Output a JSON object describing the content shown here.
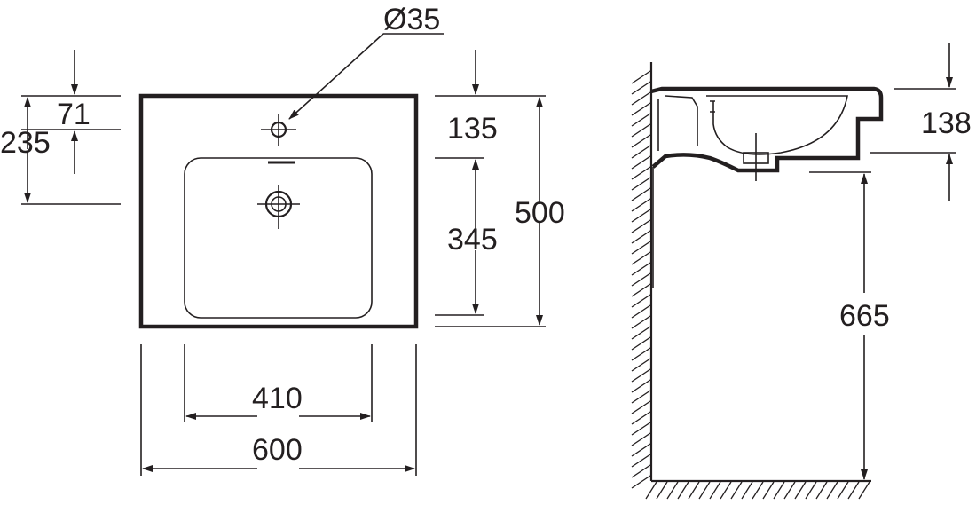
{
  "drawing": {
    "top_view": {
      "hole_diameter": "Ø35",
      "faucet_offset": "71",
      "drain_offset": "235",
      "top_margin": "135",
      "bowl_depth": "345",
      "overall_depth": "500",
      "bowl_width": "410",
      "overall_width": "600"
    },
    "side_view": {
      "basin_height": "138",
      "mounting_height": "665"
    },
    "line_color": "#231f20"
  }
}
